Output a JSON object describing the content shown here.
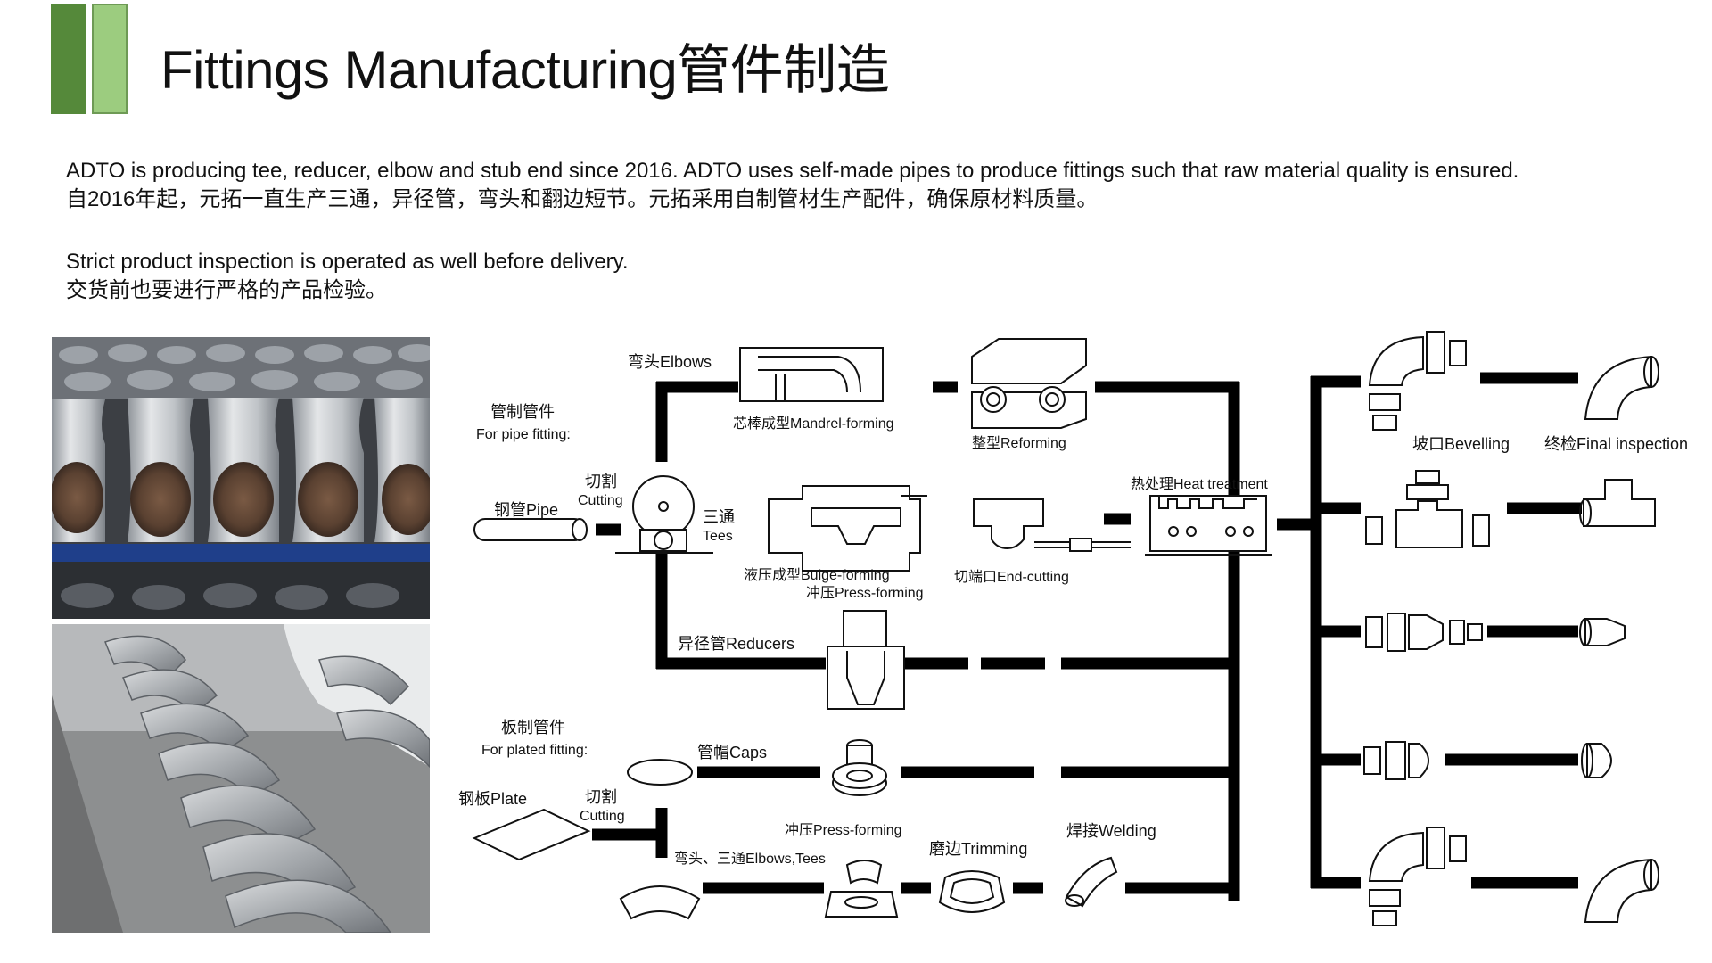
{
  "header": {
    "title": "Fittings Manufacturing管件制造"
  },
  "intro": {
    "line1_en": "ADTO is producing tee, reducer, elbow and stub end since 2016. ADTO uses self-made pipes to produce fittings such that raw material quality is ensured.",
    "line1_cn": "自2016年起，元拓一直生产三通，异径管，弯头和翻边短节。元拓采用自制管材生产配件，确保原材料质量。",
    "line2_en": "Strict product inspection is operated as well before delivery.",
    "line2_cn": "交货前也要进行严格的产品检验。"
  },
  "photos": [
    {
      "name": "tees-on-shelf-photo"
    },
    {
      "name": "elbows-stacked-photo"
    }
  ],
  "diagram": {
    "pipe_fitting_cn": "管制管件",
    "pipe_fitting_en": "For pipe fitting:",
    "steel_pipe": "钢管Pipe",
    "cutting_cn": "切割",
    "cutting_en": "Cutting",
    "elbows": "弯头Elbows",
    "mandrel": "芯棒成型Mandrel-forming",
    "reforming": "整型Reforming",
    "tees_cn": "三通",
    "tees_en": "Tees",
    "bulge": "液压成型Bulge-forming",
    "press1": "冲压Press-forming",
    "end_cutting": "切端口End-cutting",
    "heat": "热处理Heat treatment",
    "reducers": "异径管Reducers",
    "plate_fitting_cn": "板制管件",
    "plate_fitting_en": "For plated fitting:",
    "plate": "钢板Plate",
    "cutting2_cn": "切割",
    "cutting2_en": "Cutting",
    "caps": "管帽Caps",
    "press2": "冲压Press-forming",
    "elbows_tees": "弯头、三通Elbows,Tees",
    "trimming": "磨边Trimming",
    "welding": "焊接Welding",
    "bevelling": "坡口Bevelling",
    "final": "终检Final inspection"
  }
}
